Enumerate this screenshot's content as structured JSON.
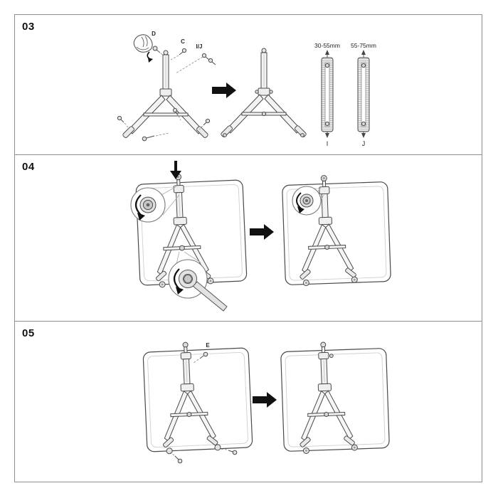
{
  "sheet": {
    "background": "#ffffff",
    "border_color": "#8f8f8f",
    "line_color": "#4a4a4a",
    "arrow_color": "#111111",
    "light_fill": "#f3f3f3"
  },
  "steps": [
    {
      "number": "03",
      "labels": {
        "d": "D",
        "c": "C",
        "ij": "I/J"
      },
      "rails": [
        {
          "dimension": "30-55mm",
          "letter": "I"
        },
        {
          "dimension": "55-75mm",
          "letter": "J"
        }
      ]
    },
    {
      "number": "04"
    },
    {
      "number": "05",
      "labels": {
        "e": "E"
      }
    }
  ]
}
